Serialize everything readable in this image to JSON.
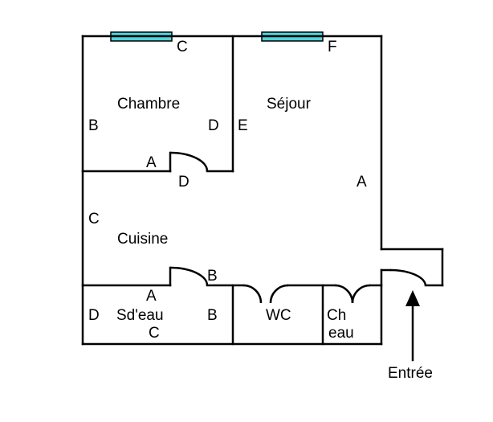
{
  "colors": {
    "wall": "#000000",
    "window": "#4fd3dc",
    "background": "#ffffff"
  },
  "rooms": {
    "chambre": "Chambre",
    "sejour": "Séjour",
    "cuisine": "Cuisine",
    "sdeau": "Sd'eau",
    "wc": "WC",
    "cheau_line1": "Ch",
    "cheau_line2": "eau"
  },
  "wall_labels": {
    "chambre_window": "C",
    "sejour_window": "F",
    "chambre_left": "B",
    "chambre_right": "D",
    "sejour_left": "E",
    "chambre_door_left": "A",
    "chambre_door_right": "D",
    "sejour_right": "A",
    "cuisine_left": "C",
    "cuisine_bottom_right": "B",
    "sdeau_door_left": "A",
    "sdeau_left": "D",
    "sdeau_right": "B",
    "sdeau_bottom": "C"
  },
  "entrance": {
    "label": "Entrée",
    "icon": "up-arrow-icon"
  }
}
